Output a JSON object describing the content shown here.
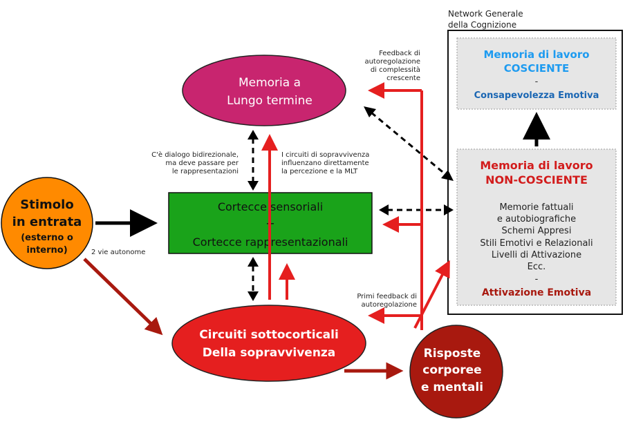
{
  "network": {
    "title_line1": "Network Generale",
    "title_line2": "della Cognizione"
  },
  "conscious_box": {
    "title_line1": "Memoria di lavoro",
    "title_line2": "COSCIENTE",
    "dash": "-",
    "subtitle": "Consapevolezza Emotiva"
  },
  "nonconscious_box": {
    "title_line1": "Memoria di lavoro",
    "title_line2": "NON-COSCIENTE",
    "items": [
      "Memorie fattuali",
      "e autobiografiche",
      "Schemi Appresi",
      "Stili Emotivi e Relazionali",
      "Livelli di Attivazione",
      "Ecc."
    ],
    "dash": "-",
    "subtitle": "Attivazione Emotiva"
  },
  "long_term_memory": {
    "line1": "Memoria a",
    "line2": "Lungo termine"
  },
  "cortices": {
    "line1": "Cortecce sensoriali",
    "line2": "+",
    "line3": "Cortecce rappresentazionali"
  },
  "stimulus": {
    "line1": "Stimolo",
    "line2": "in entrata",
    "line3": "(esterno o",
    "line4": "interno)"
  },
  "subcortical": {
    "line1": "Circuiti sottocorticali",
    "line2": "Della sopravvivenza"
  },
  "responses": {
    "line1": "Risposte",
    "line2": "corporee",
    "line3": "e mentali"
  },
  "notes": {
    "feedback_complex": [
      "Feedback di",
      "autoregolazione",
      "di complessità",
      "crescente"
    ],
    "dialogue": [
      "C'è dialogo bidirezionale,",
      "ma deve passare per",
      "le rappresentazioni"
    ],
    "survival_influence": [
      "I circuiti di sopravvivenza",
      "influenzano direttamente",
      "la percezione e la MLT"
    ],
    "two_routes": "2 vie autonome",
    "first_feedback": [
      "Primi feedback di",
      "autoregolazione"
    ]
  },
  "colors": {
    "magenta": "#c8256f",
    "green": "#1aa31a",
    "orange": "#ff8a00",
    "red": "#e51f1f",
    "dark_red": "#a8190f",
    "blue": "#1e9bf0",
    "dark_blue": "#1a66b3",
    "gray_box": "#e6e6e6"
  },
  "icons": {
    "arrow_head": "triangle"
  }
}
